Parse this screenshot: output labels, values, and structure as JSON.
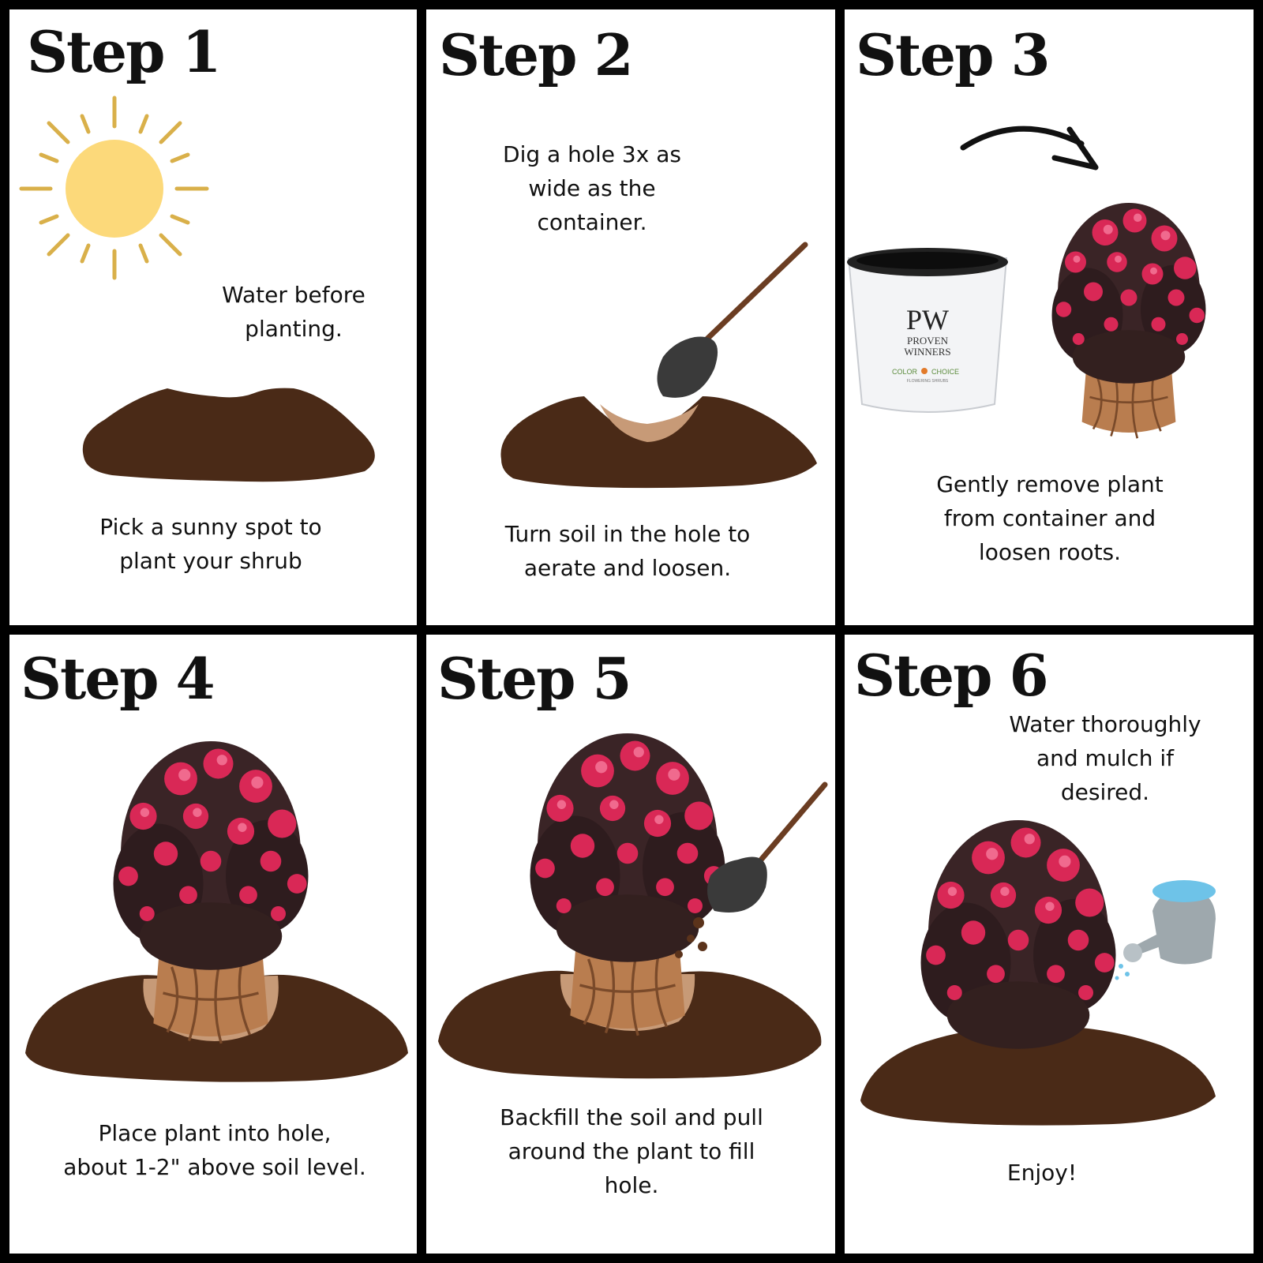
{
  "steps": [
    {
      "title": "Step 1",
      "line1": "Water before",
      "line2": "planting.",
      "caption1": "Pick a sunny spot to",
      "caption2": "plant your shrub"
    },
    {
      "title": "Step 2",
      "line1": "Dig a hole 3x as",
      "line2": "wide as the",
      "line3": "container.",
      "caption1": "Turn soil in the hole to",
      "caption2": "aerate and loosen."
    },
    {
      "title": "Step 3",
      "caption1": "Gently remove plant",
      "caption2": "from container and",
      "caption3": "loosen roots."
    },
    {
      "title": "Step 4",
      "caption1": "Place plant into hole,",
      "caption2": "about 1-2\" above soil level."
    },
    {
      "title": "Step 5",
      "caption1": "Backfill the soil and pull",
      "caption2": "around the plant to fill",
      "caption3": "hole."
    },
    {
      "title": "Step 6",
      "line1": "Water thoroughly",
      "line2": "and mulch if",
      "line3": "desired.",
      "caption1": "Enjoy!"
    }
  ],
  "pot_label": {
    "logo": "PW",
    "brand1": "PROVEN",
    "brand2": "WINNERS",
    "tag1": "COLOR",
    "tag2": "CHOICE",
    "tag3": "FLOWERING SHRUBS"
  },
  "colors": {
    "soil": "#4a2a17",
    "soil_light": "#c79a77",
    "root": "#b97d4f",
    "sun": "#fcd97a",
    "sun_ray": "#d9b04a",
    "flower": "#d92856",
    "leaf": "#3a2426",
    "shovel": "#3a3a3a",
    "handle": "#6b3d22"
  }
}
